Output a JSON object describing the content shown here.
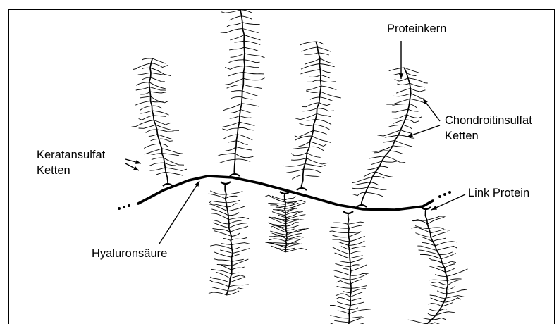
{
  "diagram": {
    "labels": {
      "proteinkern": "Proteinkern",
      "chondroitin_line1": "Chondroitinsulfat",
      "chondroitin_line2": "Ketten",
      "keratan_line1": "Keratansulfat",
      "keratan_line2": "Ketten",
      "link_protein": "Link Protein",
      "hyaluron": "Hyaluronsäure"
    }
  }
}
